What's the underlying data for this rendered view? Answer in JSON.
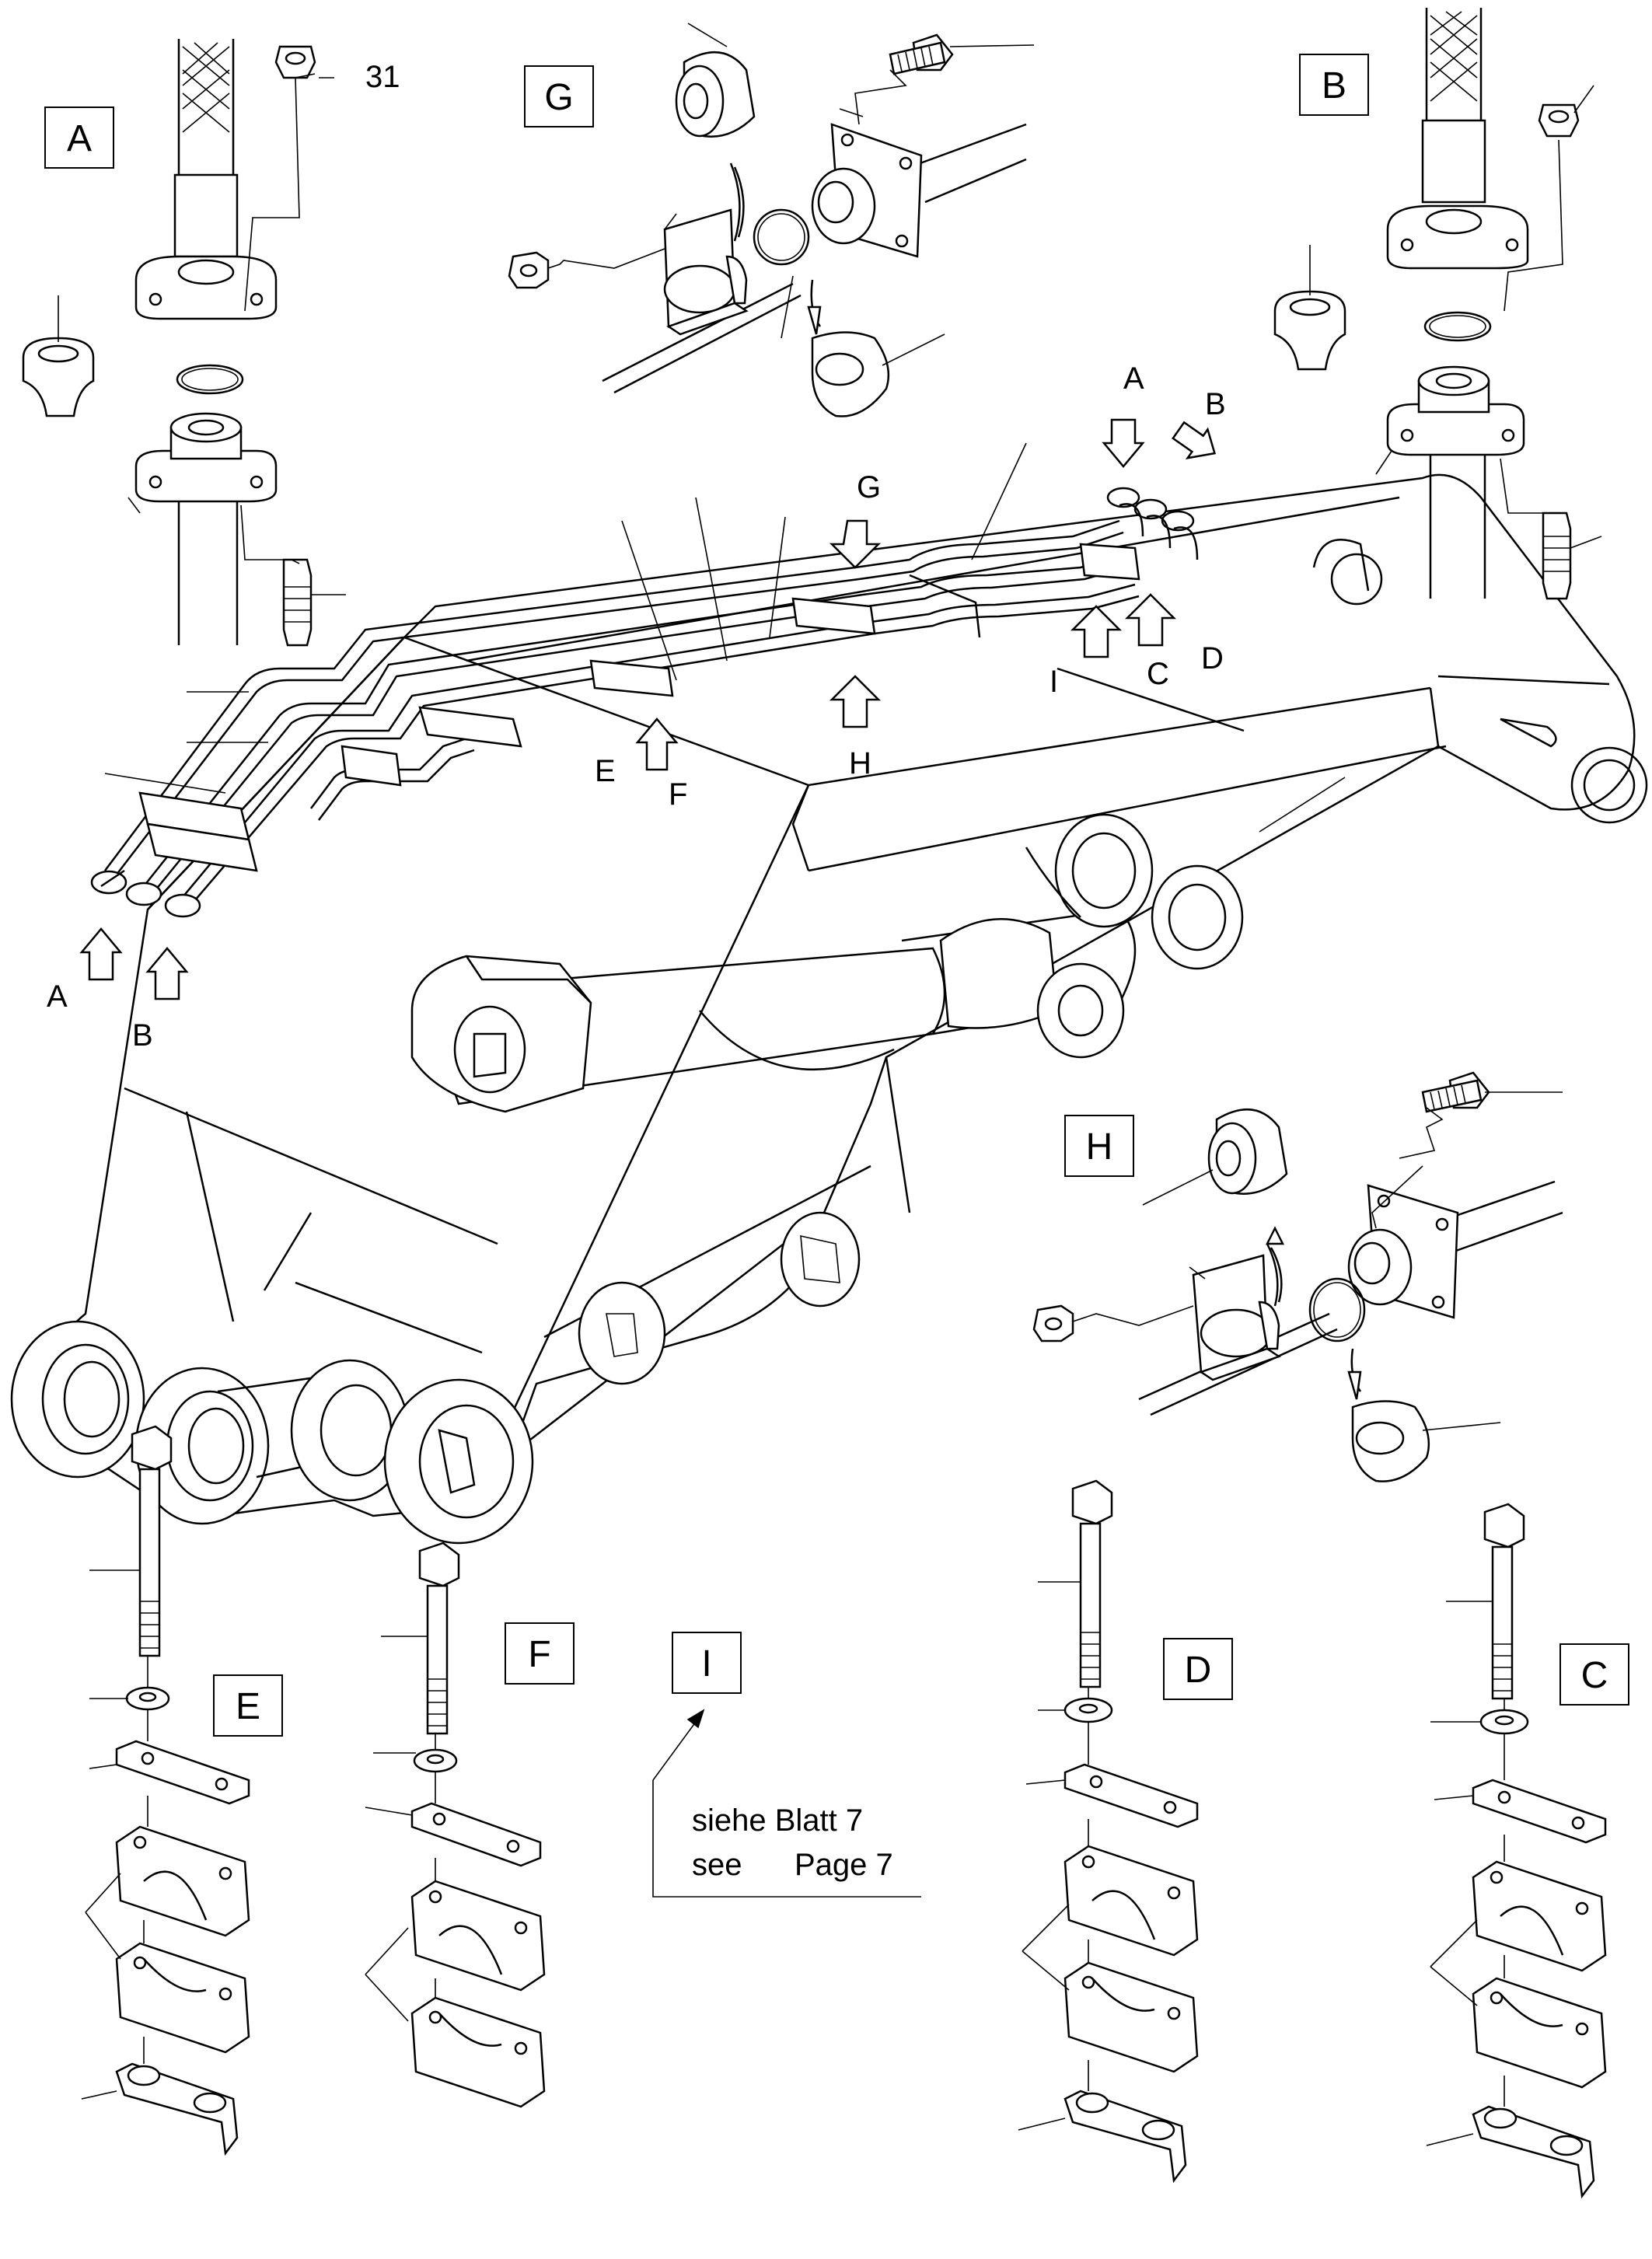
{
  "callouts": {
    "part_31": "31"
  },
  "detail_boxes": {
    "A": "A",
    "B": "B",
    "C": "C",
    "D": "D",
    "E": "E",
    "F": "F",
    "G": "G",
    "H": "H",
    "I": "I"
  },
  "view_arrows": {
    "A_left": "A",
    "B_left": "B",
    "A_right": "A",
    "B_right": "B",
    "C": "C",
    "D": "D",
    "E": "E",
    "F": "F",
    "G": "G",
    "H": "H",
    "I": "I"
  },
  "reference_note": {
    "line1": "siehe Blatt  7",
    "line2_left": "see",
    "line2_right": "Page 7"
  }
}
